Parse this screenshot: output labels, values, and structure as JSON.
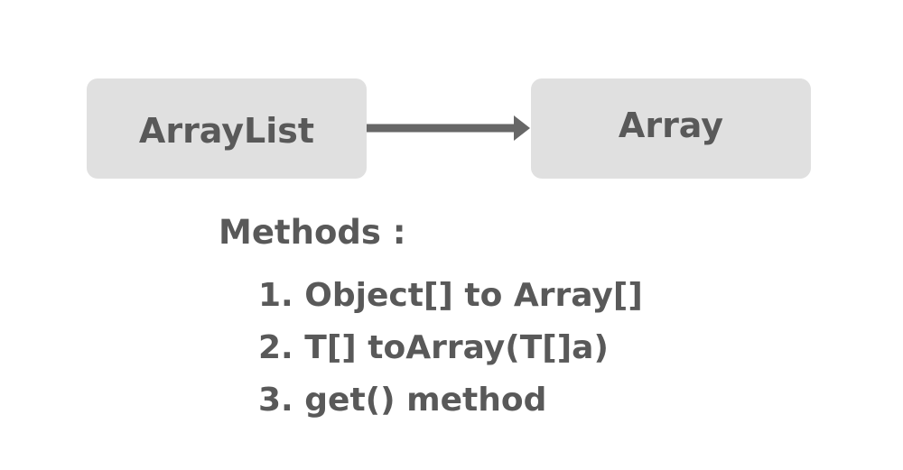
{
  "diagram": {
    "source_node": {
      "label": "ArrayList"
    },
    "target_node": {
      "label": "Array"
    },
    "edge": {
      "from": "ArrayList",
      "to": "Array",
      "color": "#676767"
    },
    "box_color": "#e0e0e0",
    "text_color": "#595959"
  },
  "methods": {
    "title": "Methods :",
    "items": [
      {
        "number": "1.",
        "text": "Object[] to Array[]"
      },
      {
        "number": "2.",
        "text": "T[] toArray(T[]a)"
      },
      {
        "number": "3.",
        "text": "get() method"
      }
    ]
  }
}
